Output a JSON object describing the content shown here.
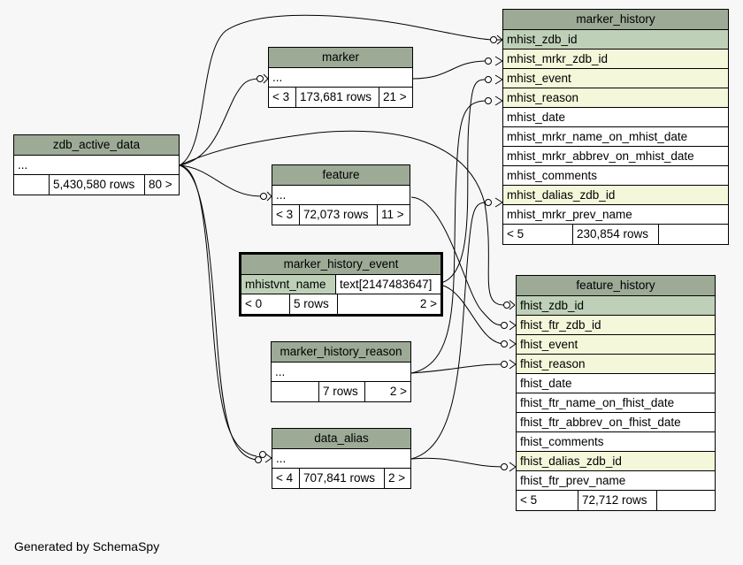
{
  "tables": {
    "zdb_active_data": {
      "name": "zdb_active_data",
      "columns": [
        "..."
      ],
      "footer": [
        "",
        "5,430,580 rows",
        "80 >"
      ]
    },
    "marker": {
      "name": "marker",
      "columns": [
        "..."
      ],
      "footer": [
        "< 3",
        "173,681 rows",
        "21 >"
      ]
    },
    "feature": {
      "name": "feature",
      "columns": [
        "..."
      ],
      "footer": [
        "< 3",
        "72,073 rows",
        "11 >"
      ]
    },
    "marker_history_event": {
      "name": "marker_history_event",
      "column_name": "mhistvnt_name",
      "column_type": "text[2147483647]",
      "footer": [
        "< 0",
        "5 rows",
        "2 >"
      ]
    },
    "marker_history_reason": {
      "name": "marker_history_reason",
      "columns": [
        "..."
      ],
      "footer": [
        "",
        "7 rows",
        "2 >"
      ]
    },
    "data_alias": {
      "name": "data_alias",
      "columns": [
        "..."
      ],
      "footer": [
        "< 4",
        "707,841 rows",
        "2 >"
      ]
    },
    "marker_history": {
      "name": "marker_history",
      "columns": [
        "mhist_zdb_id",
        "mhist_mrkr_zdb_id",
        "mhist_event",
        "mhist_reason",
        "mhist_date",
        "mhist_mrkr_name_on_mhist_date",
        "mhist_mrkr_abbrev_on_mhist_date",
        "mhist_comments",
        "mhist_dalias_zdb_id",
        "mhist_mrkr_prev_name"
      ],
      "footer": [
        "< 5",
        "230,854 rows",
        ""
      ]
    },
    "feature_history": {
      "name": "feature_history",
      "columns": [
        "fhist_zdb_id",
        "fhist_ftr_zdb_id",
        "fhist_event",
        "fhist_reason",
        "fhist_date",
        "fhist_ftr_name_on_fhist_date",
        "fhist_ftr_abbrev_on_fhist_date",
        "fhist_comments",
        "fhist_dalias_zdb_id",
        "fhist_ftr_prev_name"
      ],
      "footer": [
        "< 5",
        "72,712 rows",
        ""
      ]
    }
  },
  "colors": {
    "header": "#9caa96",
    "primary_key": "#bed1b8",
    "foreign_key": "#f4f7da",
    "background": "#f7f7f7"
  },
  "footer_text": "Generated by SchemaSpy"
}
